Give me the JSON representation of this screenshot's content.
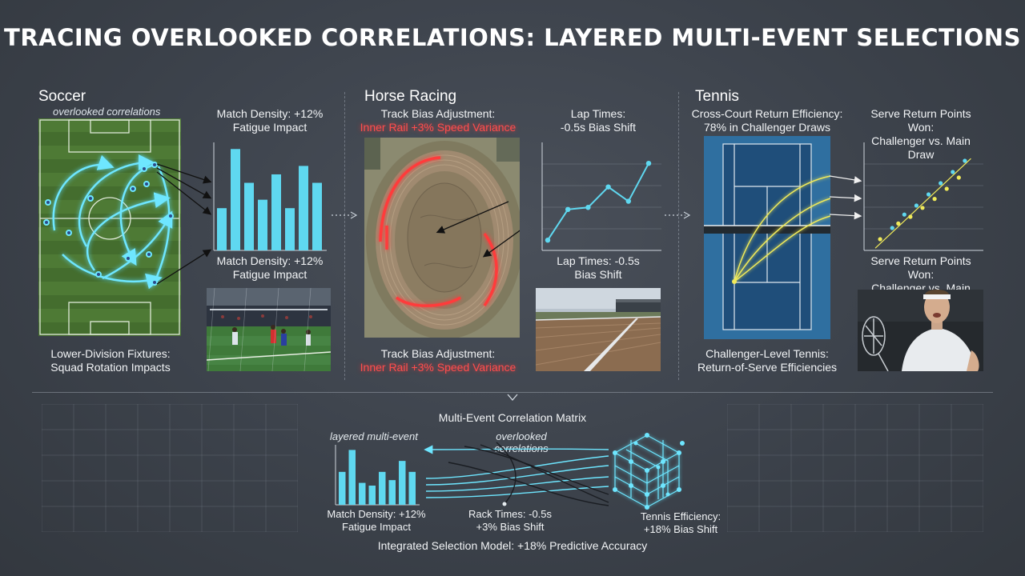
{
  "title": "TRACING OVERLOOKED CORRELATIONS: LAYERED MULTI-EVENT SELECTIONS",
  "soccer": {
    "heading": "Soccer",
    "subheading": "overlooked correlations",
    "chart_top_caption": [
      "Match Density: +12%",
      "Fatigue Impact"
    ],
    "chart_bottom_caption": [
      "Match Density: +12%",
      "Fatigue Impact"
    ],
    "footer": [
      "Lower-Division Fixtures:",
      "Squad Rotation Impacts"
    ]
  },
  "horse": {
    "heading": "Horse Racing",
    "track_caption_top": [
      "Track Bias Adjustment:",
      "Inner Rail +3% Speed Variance"
    ],
    "lap_caption_top": [
      "Lap Times:",
      "-0.5s Bias Shift"
    ],
    "lap_caption_bottom": [
      "Lap Times: -0.5s",
      "Bias Shift"
    ],
    "track_caption_bottom": [
      "Track Bias Adjustment:",
      "Inner Rail +3% Speed Variance"
    ]
  },
  "tennis": {
    "heading": "Tennis",
    "court_caption": [
      "Cross-Court Return Efficiency:",
      "78% in Challenger Draws"
    ],
    "scatter_caption_top": [
      "Serve Return Points Won:",
      "Challenger vs. Main Draw"
    ],
    "scatter_caption_bottom": [
      "Serve Return Points Won:",
      "Challenger vs. Main Draw"
    ],
    "footer": [
      "Challenger-Level Tennis:",
      "Return-of-Serve Efficiencies"
    ]
  },
  "matrix": {
    "title": "Multi-Event Correlation Matrix",
    "label_layered": "layered multi-event",
    "label_overlooked": [
      "overlooked",
      "correlations"
    ],
    "left_caption": [
      "Match Density: +12%",
      "Fatigue Impact"
    ],
    "mid_caption": [
      "Rack Times: -0.5s",
      "+3% Bias Shift"
    ],
    "right_caption": [
      "Tennis Efficiency:",
      "+18% Bias Shift"
    ],
    "footer": "Integrated Selection Model: +18% Predictive Accuracy"
  },
  "colors": {
    "cyan": "#5fd8f0",
    "red": "#ff3b3b",
    "yellow": "#f0ea5a",
    "court": "#1f4e7a"
  },
  "chart_data": [
    {
      "type": "bar",
      "series": [
        {
          "values": [
            5,
            12,
            8,
            6,
            9,
            5,
            10,
            8
          ]
        }
      ]
    },
    {
      "type": "line",
      "series": [
        {
          "values": [
            1,
            4,
            4.2,
            6.2,
            4.8,
            8.5
          ]
        }
      ]
    },
    {
      "type": "scatter",
      "series": [
        {
          "values": [
            [
              1,
              1
            ],
            [
              2,
              2
            ],
            [
              2.5,
              2.4
            ],
            [
              3,
              3.2
            ],
            [
              3.5,
              3
            ],
            [
              4,
              4
            ],
            [
              4.5,
              3.8
            ],
            [
              5,
              5
            ],
            [
              5.5,
              4.6
            ],
            [
              6,
              6
            ],
            [
              6.5,
              5.5
            ],
            [
              7,
              7
            ],
            [
              7.5,
              6.5
            ],
            [
              8,
              8
            ]
          ]
        }
      ]
    },
    {
      "type": "bar",
      "series": [
        {
          "values": [
            6,
            10,
            4,
            3.5,
            6,
            4.5,
            8,
            6
          ]
        }
      ]
    }
  ]
}
